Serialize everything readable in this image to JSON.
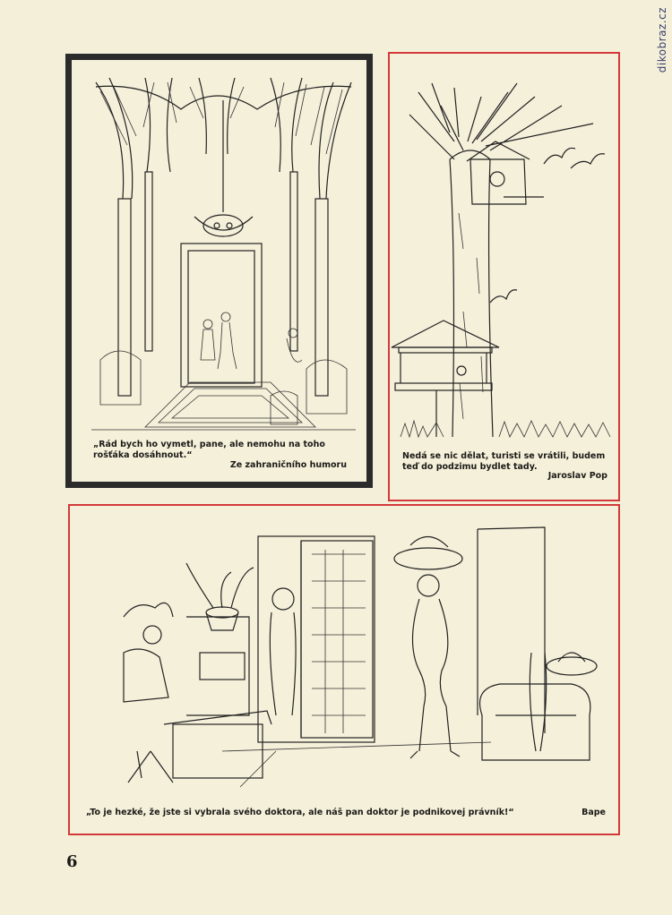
{
  "watermark": "dikobraz.cz",
  "page_number": "6",
  "cartoons": [
    {
      "caption": "„Rád bych ho vymetl, pane, ale nemohu na toho rošťáka dosáhnout.“",
      "credit": "Ze zahraničního humoru"
    },
    {
      "caption": "Nedá se nic dělat, turisti se vrátili, budem teď do podzimu bydlet tady.",
      "credit": "Jaroslav Pop"
    },
    {
      "caption": "„To je hezké, že jste si vybrala svého doktora, ale náš pan doktor je podnikovej právník!“",
      "credit": "Bape"
    }
  ],
  "colors": {
    "paper": "#f4efd8",
    "frame_red": "#d23a3a",
    "frame_dark": "#2b2b2b",
    "ink": "#1b1a17"
  }
}
